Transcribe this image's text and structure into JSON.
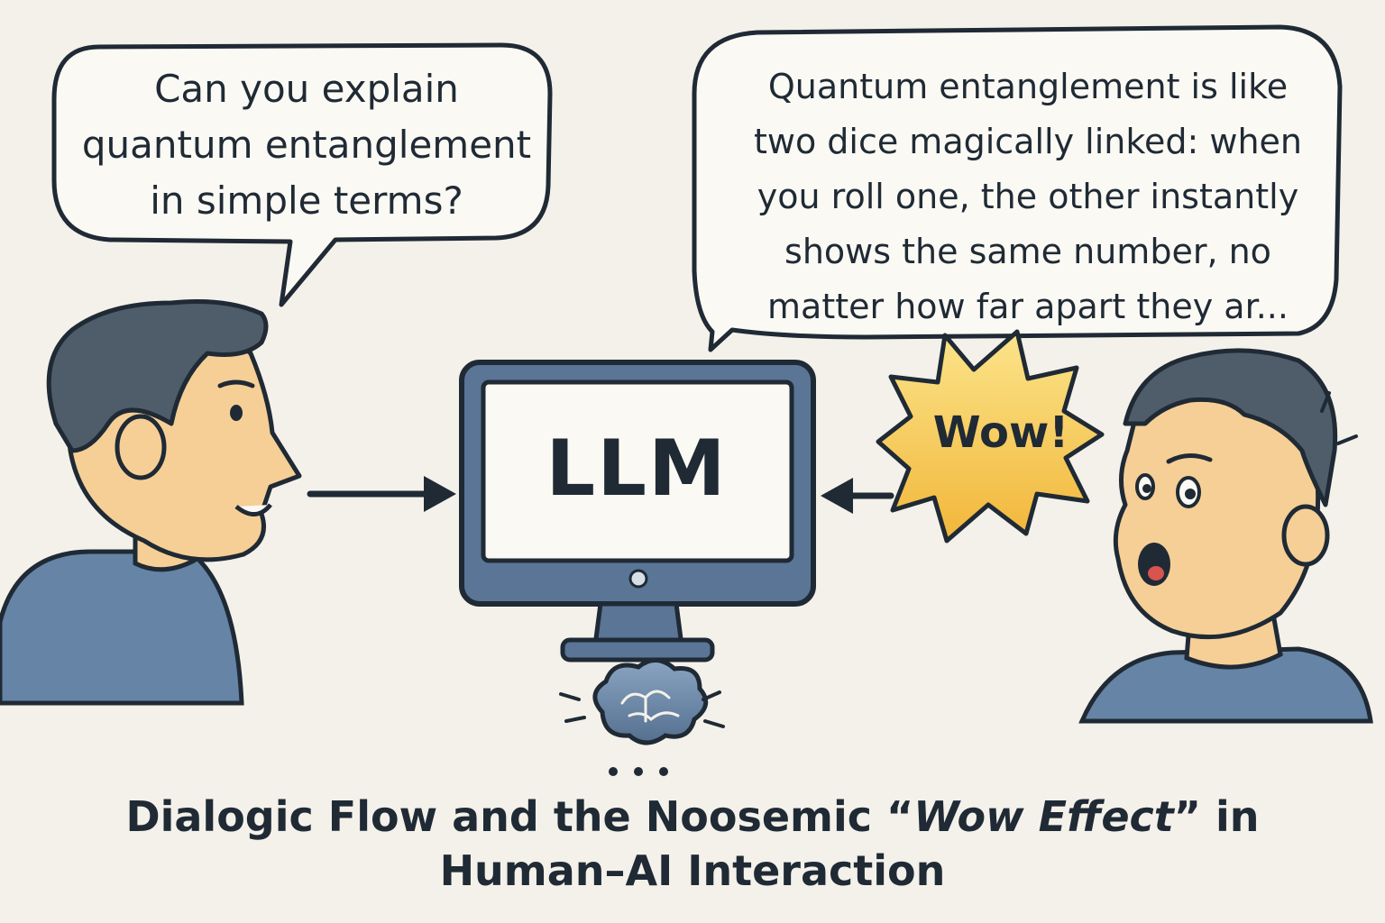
{
  "user_bubble": {
    "lines": [
      "Can you explain",
      "quantum entanglement",
      "in simple terms?"
    ]
  },
  "llm_bubble": {
    "lines": [
      "Quantum entanglement is like",
      "two dice magically linked: when",
      "you roll one, the other instantly",
      "shows the same number, no",
      "matter how far apart they ar..."
    ]
  },
  "exclamation": "Wow!",
  "monitor_label": "LLM",
  "caption": {
    "before": "Dialogic Flow and the Noosemic “",
    "emphasis": "Wow Effect",
    "after": "” in Human–AI Interaction"
  },
  "colors": {
    "background": "#f4f1ea",
    "outline": "#1f2a35",
    "skin": "#f6cf96",
    "hair": "#4f5c6a",
    "shirt": "#6584a6",
    "monitor": "#5a7596",
    "burst": "#f6c543"
  },
  "icons": [
    "brain-cloud-icon",
    "arrow-right-icon",
    "arrow-left-icon",
    "burst-icon"
  ]
}
